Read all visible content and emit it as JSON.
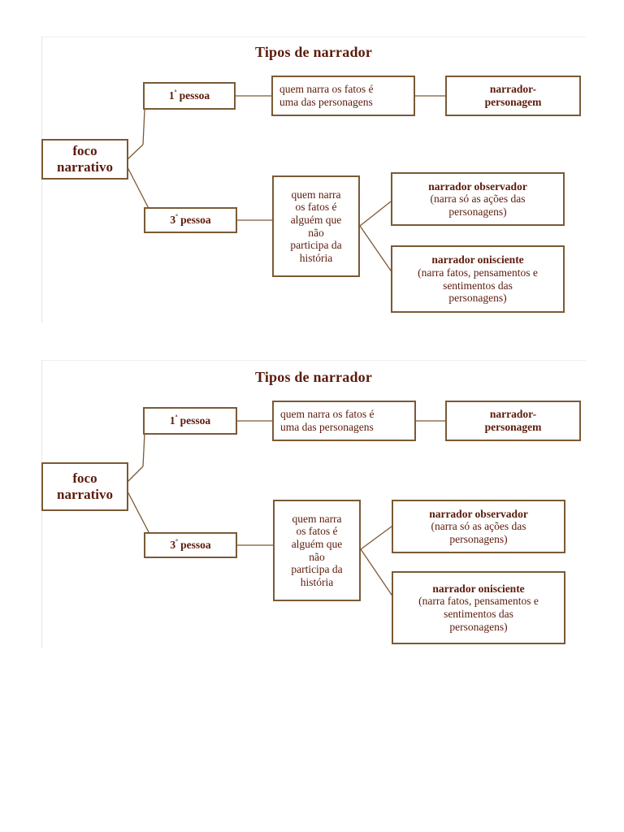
{
  "page": {
    "background": "#ffffff",
    "text_color": "#5c1b0c",
    "border_color": "#7a5a35",
    "rule_color": "#eceef1"
  },
  "diagrams": [
    {
      "title": "Tipos de narrador",
      "nodes": {
        "root": {
          "line1": "foco",
          "line2": "narrativo"
        },
        "first_person": {
          "label": "1ª pessoa"
        },
        "third_person": {
          "label": "3ª pessoa"
        },
        "first_person_desc": {
          "line1": "quem narra os fatos é",
          "line2": "uma das personagens"
        },
        "narrator_character": {
          "line1": "narrador-",
          "line2": "personagem"
        },
        "third_person_desc": {
          "lines": [
            "quem narra",
            "os fatos é",
            "alguém que",
            "não",
            "participa da",
            "história"
          ]
        },
        "observer": {
          "heading": "narrador observador",
          "detail_lines": [
            "(narra só as ações das",
            "personagens)"
          ]
        },
        "omniscient": {
          "heading": "narrador onisciente",
          "detail_lines": [
            "(narra fatos, pensamentos e",
            "sentimentos das",
            "personagens)"
          ]
        }
      }
    },
    {
      "title": "Tipos de narrador",
      "nodes": {
        "root": {
          "line1": "foco",
          "line2": "narrativo"
        },
        "first_person": {
          "label": "1ª pessoa"
        },
        "third_person": {
          "label": "3ª pessoa"
        },
        "first_person_desc": {
          "line1": "quem narra os fatos é",
          "line2": "uma das personagens"
        },
        "narrator_character": {
          "line1": "narrador-",
          "line2": "personagem"
        },
        "third_person_desc": {
          "lines": [
            "quem narra",
            "os fatos é",
            "alguém que",
            "não",
            "participa da",
            "história"
          ]
        },
        "observer": {
          "heading": "narrador observador",
          "detail_lines": [
            "(narra só as ações das",
            "personagens)"
          ]
        },
        "omniscient": {
          "heading": "narrador onisciente",
          "detail_lines": [
            "(narra fatos, pensamentos e",
            "sentimentos das",
            "personagens)"
          ]
        }
      }
    }
  ]
}
